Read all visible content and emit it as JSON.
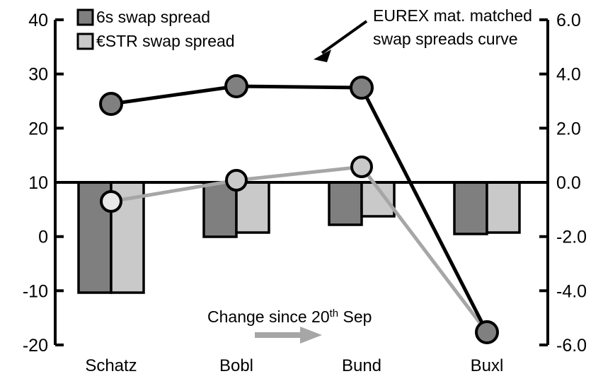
{
  "chart_data": {
    "type": "bar",
    "title": "",
    "subtitle": "",
    "categories": [
      "Schatz",
      "Bobl",
      "Bund",
      "Buxl"
    ],
    "series": [
      {
        "name": "6s swap spread",
        "axis": "right",
        "kind": "bar",
        "color": "#7f7f7f",
        "values": [
          -4.05,
          -2.0,
          -1.55,
          -1.9
        ]
      },
      {
        "name": "€STR swap spread",
        "axis": "right",
        "kind": "bar",
        "color": "#c9c9c9",
        "values": [
          -4.05,
          -1.85,
          -1.25,
          -1.85
        ]
      },
      {
        "name": "EUREX mat. matched swap spreads curve",
        "axis": "left",
        "kind": "line",
        "color": "#000000",
        "marker_color": "#808080",
        "values": [
          24.5,
          28.0,
          27.5,
          -18.0
        ]
      },
      {
        "name": "Change since 20th Sep",
        "axis": "right",
        "kind": "line",
        "color": "#a6a6a6",
        "marker_color": "#c9c9c9",
        "values": [
          -0.7,
          0.07,
          0.57,
          -5.5
        ]
      }
    ],
    "left_axis": {
      "label": "",
      "ticks": [
        "40",
        "30",
        "20",
        "10",
        "0",
        "-10",
        "-20"
      ],
      "values": [
        40,
        30,
        20,
        10,
        0,
        -10,
        -20
      ],
      "ylim": [
        -20,
        40
      ]
    },
    "right_axis": {
      "label": "",
      "ticks": [
        "6.0",
        "4.0",
        "2.0",
        "0.0",
        "-2.0",
        "-4.0",
        "-6.0"
      ],
      "values": [
        6.0,
        4.0,
        2.0,
        0.0,
        -2.0,
        -4.0,
        -6.0
      ],
      "ylim": [
        -6.0,
        6.0
      ]
    },
    "xlabel": "",
    "ylabel": "",
    "grid": false,
    "legend_position": "top-left",
    "annotations": [
      {
        "id": "eurex-annotation",
        "text_line1": "EUREX mat. matched",
        "text_line2": "swap spreads curve",
        "arrow": "diagonal-down-left",
        "arrow_color": "#000000"
      },
      {
        "id": "change-annotation",
        "text": "Change since 20",
        "superscript": "th",
        "text_tail": " Sep",
        "arrow": "right",
        "arrow_color": "#a6a6a6"
      }
    ]
  },
  "legend": {
    "items": [
      {
        "label": "6s swap spread",
        "color": "#7f7f7f",
        "swatch": "legend-swatch-dark"
      },
      {
        "label": "€STR swap spread",
        "color": "#c9c9c9",
        "swatch": "legend-swatch-light"
      }
    ]
  },
  "axes": {
    "left": {
      "t0": "40",
      "t1": "30",
      "t2": "20",
      "t3": "10",
      "t4": "0",
      "t5": "-10",
      "t6": "-20"
    },
    "right": {
      "t0": "6.0",
      "t1": "4.0",
      "t2": "2.0",
      "t3": "0.0",
      "t4": "-2.0",
      "t5": "-4.0",
      "t6": "-6.0"
    }
  },
  "categories": {
    "c0": "Schatz",
    "c1": "Bobl",
    "c2": "Bund",
    "c3": "Buxl"
  },
  "annotations": {
    "eurex_line1": "EUREX mat. matched",
    "eurex_line2": "swap spreads curve",
    "change_main": "Change since 20",
    "change_sup": "th",
    "change_tail": "Sep"
  },
  "colors": {
    "bar_dark": "#7f7f7f",
    "bar_light": "#c9c9c9",
    "line_black": "#000000",
    "line_gray": "#a6a6a6",
    "marker_black_fill": "#808080",
    "marker_gray_fill": "#c9c9c9",
    "axis": "#000000",
    "background": "#ffffff"
  }
}
